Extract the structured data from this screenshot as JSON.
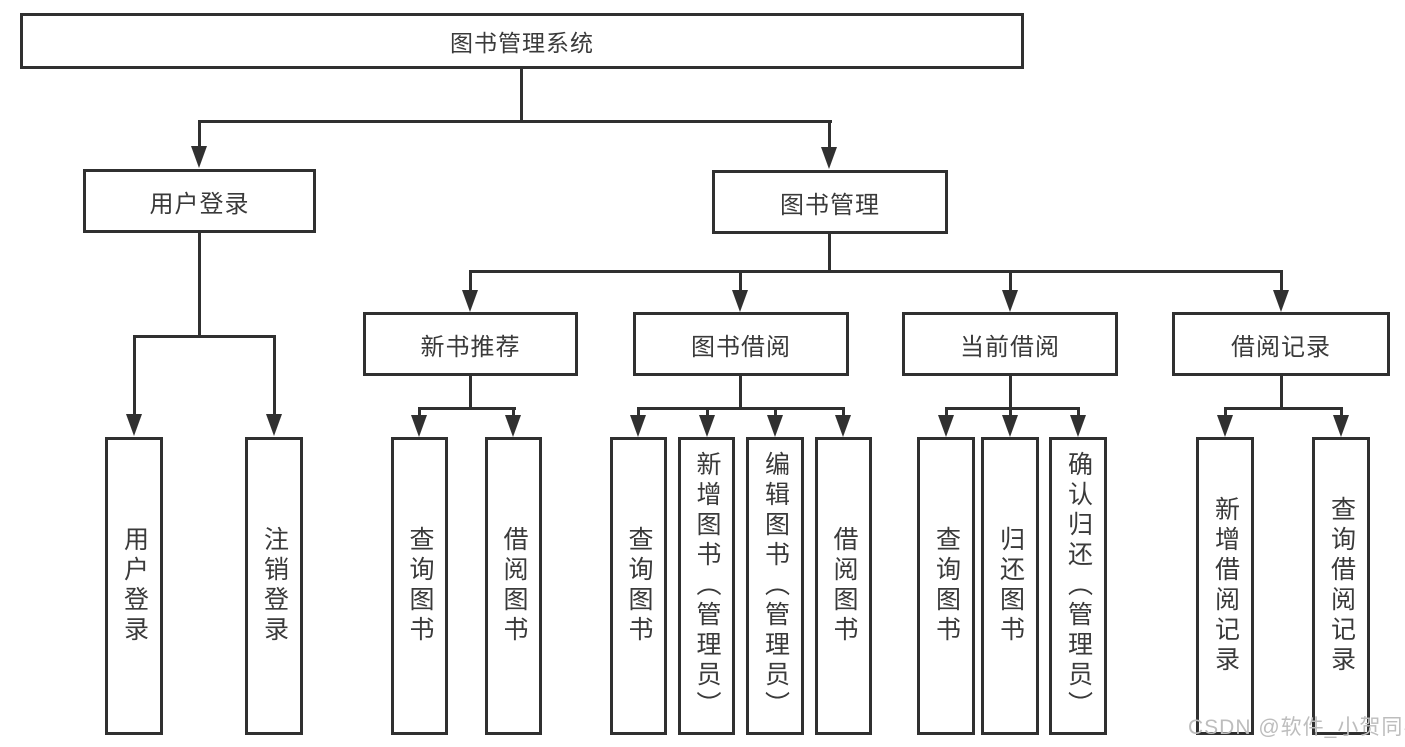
{
  "diagram": {
    "title": "图书管理系统",
    "tree": {
      "label": "图书管理系统",
      "children": [
        {
          "label": "用户登录",
          "children": [
            {
              "label": "用户登录"
            },
            {
              "label": "注销登录"
            }
          ]
        },
        {
          "label": "图书管理",
          "children": [
            {
              "label": "新书推荐",
              "children": [
                {
                  "label": "查询图书"
                },
                {
                  "label": "借阅图书"
                }
              ]
            },
            {
              "label": "图书借阅",
              "children": [
                {
                  "label": "查询图书"
                },
                {
                  "label": "新增图书（管理员）"
                },
                {
                  "label": "编辑图书（管理员）"
                },
                {
                  "label": "借阅图书"
                }
              ]
            },
            {
              "label": "当前借阅",
              "children": [
                {
                  "label": "查询图书"
                },
                {
                  "label": "归还图书"
                },
                {
                  "label": "确认归还（管理员）"
                }
              ]
            },
            {
              "label": "借阅记录",
              "children": [
                {
                  "label": "新增借阅记录"
                },
                {
                  "label": "查询借阅记录"
                }
              ]
            }
          ]
        }
      ]
    }
  },
  "watermark": {
    "text": "CSDN @软件_小贺同学"
  },
  "colors": {
    "line": "#303030",
    "text": "#3a3a3a",
    "watermark": "#bdbdbd",
    "background": "#ffffff"
  }
}
